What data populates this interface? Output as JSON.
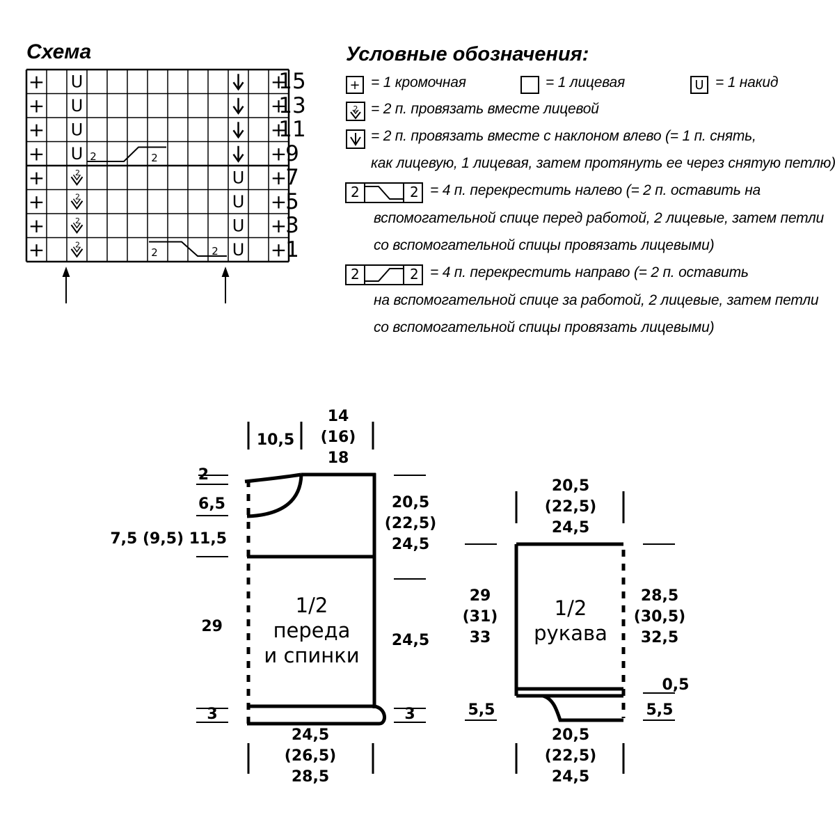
{
  "chart": {
    "title": "Схема",
    "row_numbers": [
      "15",
      "13",
      "11",
      "9",
      "7",
      "5",
      "3",
      "1"
    ],
    "cable_number": "2",
    "grid": {
      "columns": 13,
      "rows": [
        [
          "+",
          "",
          "U",
          "",
          "",
          "",
          "",
          "",
          "",
          "",
          "↓",
          "",
          "+"
        ],
        [
          "+",
          "",
          "U",
          "",
          "",
          "",
          "",
          "",
          "",
          "",
          "↓",
          "",
          "+"
        ],
        [
          "+",
          "",
          "U",
          "",
          "",
          "",
          "",
          "",
          "",
          "",
          "↓",
          "",
          "+"
        ],
        [
          "+",
          "",
          "U",
          "cable-right",
          "",
          "",
          "",
          "",
          "",
          "",
          "↓",
          "",
          "+"
        ],
        [
          "+",
          "",
          "k2tog",
          "",
          "",
          "",
          "",
          "",
          "",
          "",
          "U",
          "",
          "+"
        ],
        [
          "+",
          "",
          "k2tog",
          "",
          "",
          "",
          "",
          "",
          "",
          "",
          "U",
          "",
          "+"
        ],
        [
          "+",
          "",
          "k2tog",
          "",
          "",
          "",
          "",
          "",
          "",
          "",
          "U",
          "",
          "+"
        ],
        [
          "+",
          "",
          "k2tog",
          "",
          "",
          "",
          "cable-left",
          "",
          "",
          "",
          "U",
          "",
          "+"
        ]
      ]
    }
  },
  "legend": {
    "title": "Условные обозначения:",
    "items": [
      {
        "symbol": "+",
        "text": "= 1 кромочная"
      },
      {
        "symbol": "",
        "text": "= 1 лицевая"
      },
      {
        "symbol": "U",
        "text": "= 1 накид"
      },
      {
        "symbol": "k2tog",
        "text": "= 2 п. провязать вместе лицевой"
      },
      {
        "symbol": "↓",
        "text": "= 2 п. провязать вместе с наклоном влево (= 1 п. снять,"
      },
      {
        "symbol": "",
        "text": "как лицевую, 1 лицевая, затем протянуть ее через снятую петлю)"
      },
      {
        "symbol": "cable-left",
        "text": "= 4 п. перекрестить налево (= 2 п. оставить на"
      },
      {
        "symbol": "",
        "text": "вспомогательной спице перед работой, 2 лицевые, затем петли"
      },
      {
        "symbol": "",
        "text": "со вспомогательной спицы провязать лицевыми)"
      },
      {
        "symbol": "cable-right",
        "text": "= 4 п. перекрестить направо (= 2 п. оставить"
      },
      {
        "symbol": "",
        "text": "на вспомогательной спице за работой, 2 лицевые, затем петли"
      },
      {
        "symbol": "",
        "text": "со вспомогательной спицы провязать лицевыми)"
      }
    ]
  },
  "body_piece": {
    "label_line1": "1/2",
    "label_line2": "переда",
    "label_line3": "и спинки",
    "dims": {
      "top_left": "10,5",
      "top_a": "14",
      "top_b": "(16)",
      "top_c": "18",
      "left_neck_depth": "2",
      "left_neck_height": "6,5",
      "left_armhole": "7,5 (9,5) 11,5",
      "left_length": "29",
      "left_hem": "3",
      "right_armhole_a": "20,5",
      "right_armhole_b": "(22,5)",
      "right_armhole_c": "24,5",
      "right_length": "24,5",
      "right_hem": "3",
      "bottom_a": "24,5",
      "bottom_b": "(26,5)",
      "bottom_c": "28,5"
    }
  },
  "sleeve_piece": {
    "label_line1": "1/2",
    "label_line2": "рукава",
    "dims": {
      "top_a": "20,5",
      "top_b": "(22,5)",
      "top_c": "24,5",
      "left_length_a": "29",
      "left_length_b": "(31)",
      "left_length_c": "33",
      "left_cuff": "5,5",
      "right_length_a": "28,5",
      "right_length_b": "(30,5)",
      "right_length_c": "32,5",
      "right_band": "0,5",
      "right_cuff": "5,5",
      "bottom_a": "20,5",
      "bottom_b": "(22,5)",
      "bottom_c": "24,5"
    }
  }
}
